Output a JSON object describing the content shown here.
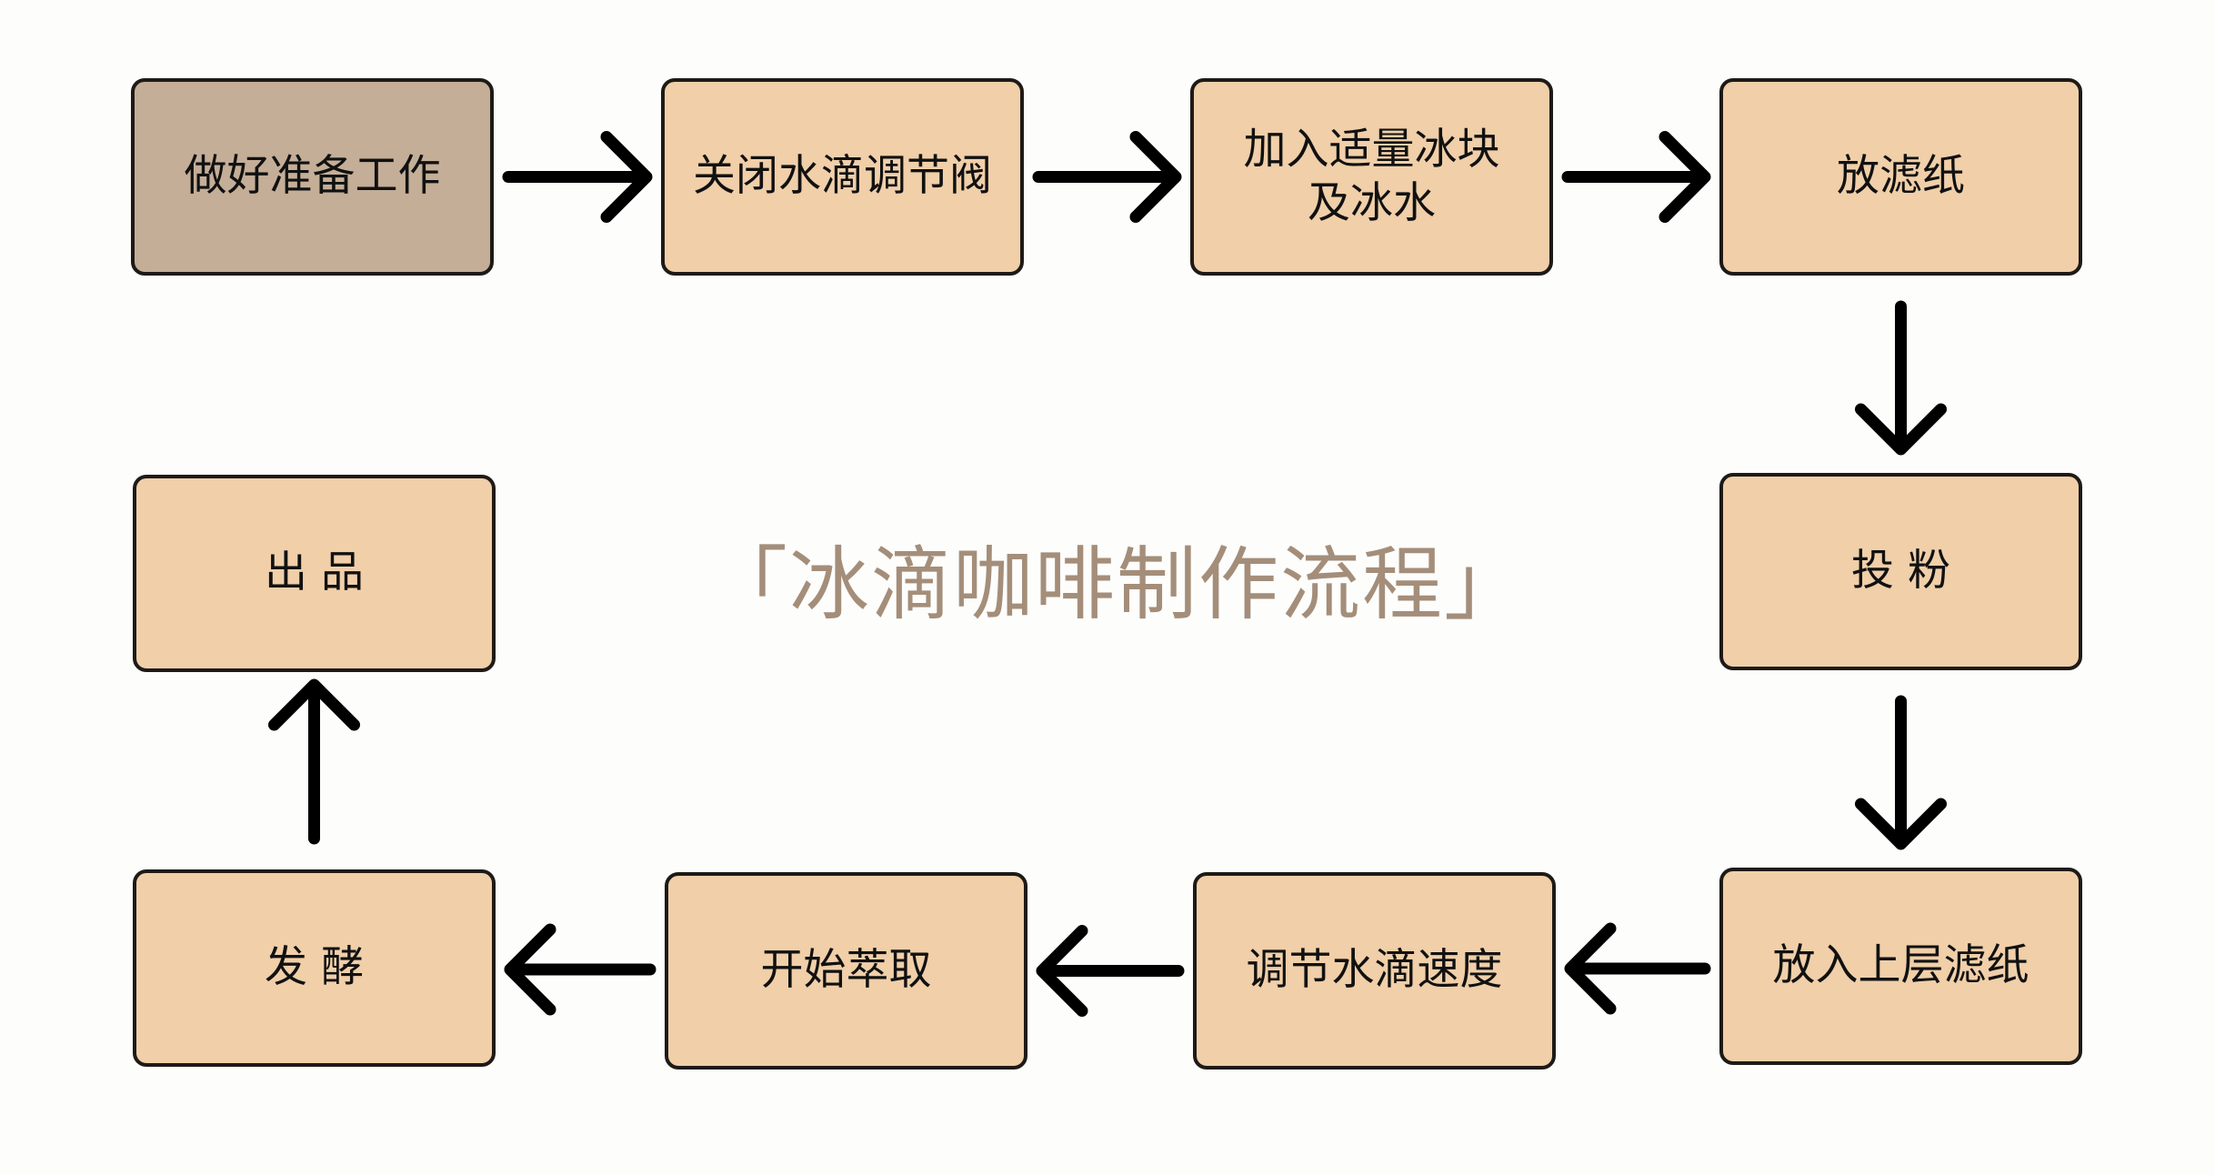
{
  "colors": {
    "background": "#fdfdfc",
    "start_node_fill": "#c4ae97",
    "step_node_fill": "#f0cfa9",
    "node_border": "#1e1a16",
    "arrow": "#000000",
    "title_text": "#a48e7a"
  },
  "title": "「冰滴咖啡制作流程」",
  "nodes": [
    {
      "id": "prepare",
      "label": "做好准备工作",
      "start": true
    },
    {
      "id": "close-valve",
      "label": "关闭水滴调节阀"
    },
    {
      "id": "add-ice",
      "label": "加入适量冰块\n及冰水"
    },
    {
      "id": "filter-paper",
      "label": "放滤纸"
    },
    {
      "id": "add-powder",
      "label": "投 粉"
    },
    {
      "id": "upper-filter",
      "label": "放入上层滤纸"
    },
    {
      "id": "adjust-drip",
      "label": "调节水滴速度"
    },
    {
      "id": "start-extract",
      "label": "开始萃取"
    },
    {
      "id": "ferment",
      "label": "发 酵"
    },
    {
      "id": "serve",
      "label": "出 品"
    }
  ],
  "edges": [
    {
      "from": "prepare",
      "to": "close-valve"
    },
    {
      "from": "close-valve",
      "to": "add-ice"
    },
    {
      "from": "add-ice",
      "to": "filter-paper"
    },
    {
      "from": "filter-paper",
      "to": "add-powder"
    },
    {
      "from": "add-powder",
      "to": "upper-filter"
    },
    {
      "from": "upper-filter",
      "to": "adjust-drip"
    },
    {
      "from": "adjust-drip",
      "to": "start-extract"
    },
    {
      "from": "start-extract",
      "to": "ferment"
    },
    {
      "from": "ferment",
      "to": "serve"
    }
  ]
}
